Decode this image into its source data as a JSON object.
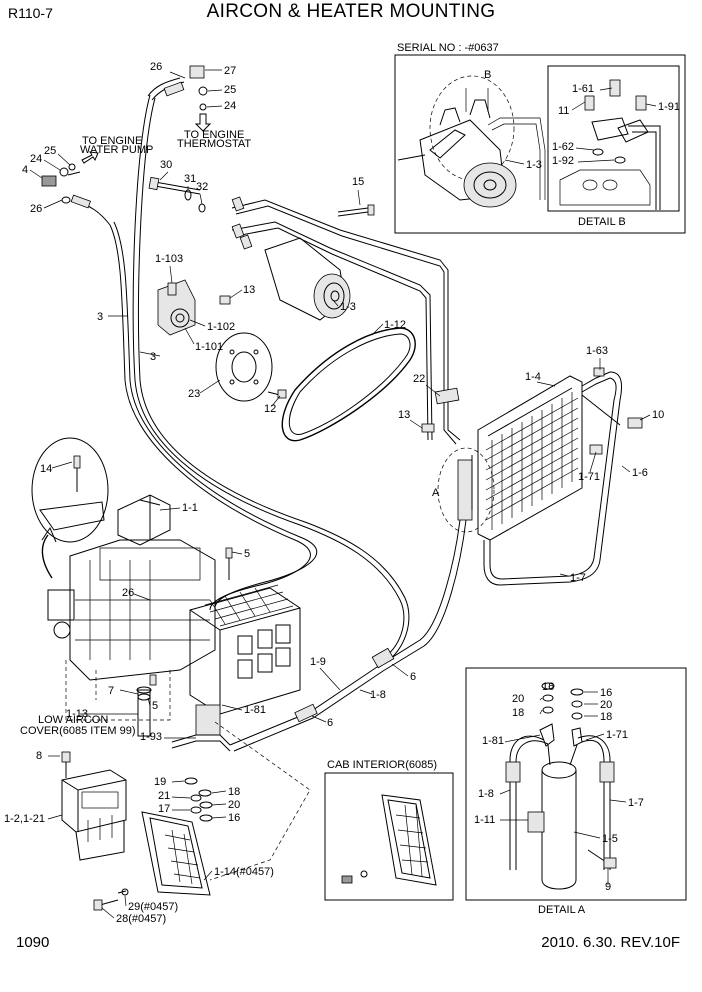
{
  "header": {
    "model": "R110-7",
    "title": "AIRCON & HEATER MOUNTING"
  },
  "footer": {
    "page": "1090",
    "revision": "2010. 6.30.  REV.10F"
  },
  "notes": {
    "engine_water_pump": [
      "TO ENGINE",
      "WATER PUMP"
    ],
    "engine_thermostat": [
      "TO ENGINE",
      "THERMOSTAT"
    ],
    "low_aircon_cover": [
      "LOW AIRCON",
      "COVER(6085 ITEM 99)"
    ]
  },
  "detail_b_box": {
    "serial": "SERIAL NO : -#0637",
    "caption": "DETAIL B",
    "view_label": "B"
  },
  "cab_interior_box": {
    "caption": "CAB INTERIOR(6085)"
  },
  "detail_a_box": {
    "caption": "DETAIL A"
  },
  "view_marker_a": "A",
  "callouts": [
    "26",
    "27",
    "25",
    "24",
    "4",
    "24",
    "25",
    "26",
    "30",
    "31",
    "32",
    "15",
    "1-103",
    "13",
    "1-102",
    "1-101",
    "1-3",
    "3",
    "3",
    "1-12",
    "23",
    "12",
    "22",
    "13",
    "1-4",
    "1-63",
    "10",
    "1-6",
    "1-71",
    "1-7",
    "14",
    "1-1",
    "5",
    "26",
    "7",
    "5",
    "1-13",
    "1-9",
    "1-8",
    "6",
    "6",
    "1-81",
    "1-93",
    "8",
    "1-2,1-21",
    "19",
    "18",
    "21",
    "20",
    "17",
    "16",
    "1-14(#0457)",
    "29(#0457)",
    "28(#0457)",
    "1-61",
    "1-91",
    "11",
    "1-62",
    "1-92",
    "1-3",
    "16",
    "16",
    "20",
    "20",
    "18",
    "18",
    "1-81",
    "1-71",
    "1-8",
    "1-7",
    "1-11",
    "1-5",
    "9"
  ]
}
